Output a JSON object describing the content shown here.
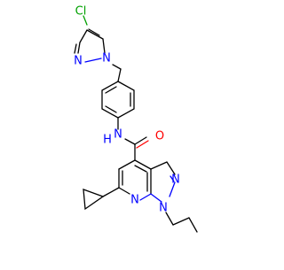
{
  "molecule": {
    "atom_labels": {
      "cl": "Cl",
      "n_pyrazole_1": "N",
      "n_pyrazole_2": "N",
      "n_amide": "N",
      "h_amide": "H",
      "o_carbonyl": "O",
      "n_pyrazolo_a": "N",
      "n_pyrazolo_b": "N",
      "n_pyridine": "N"
    },
    "colors": {
      "carbon_bond": "#000000",
      "nitrogen": "#0000ff",
      "oxygen": "#ff0000",
      "chlorine": "#00a000",
      "background": "#ffffff"
    }
  }
}
